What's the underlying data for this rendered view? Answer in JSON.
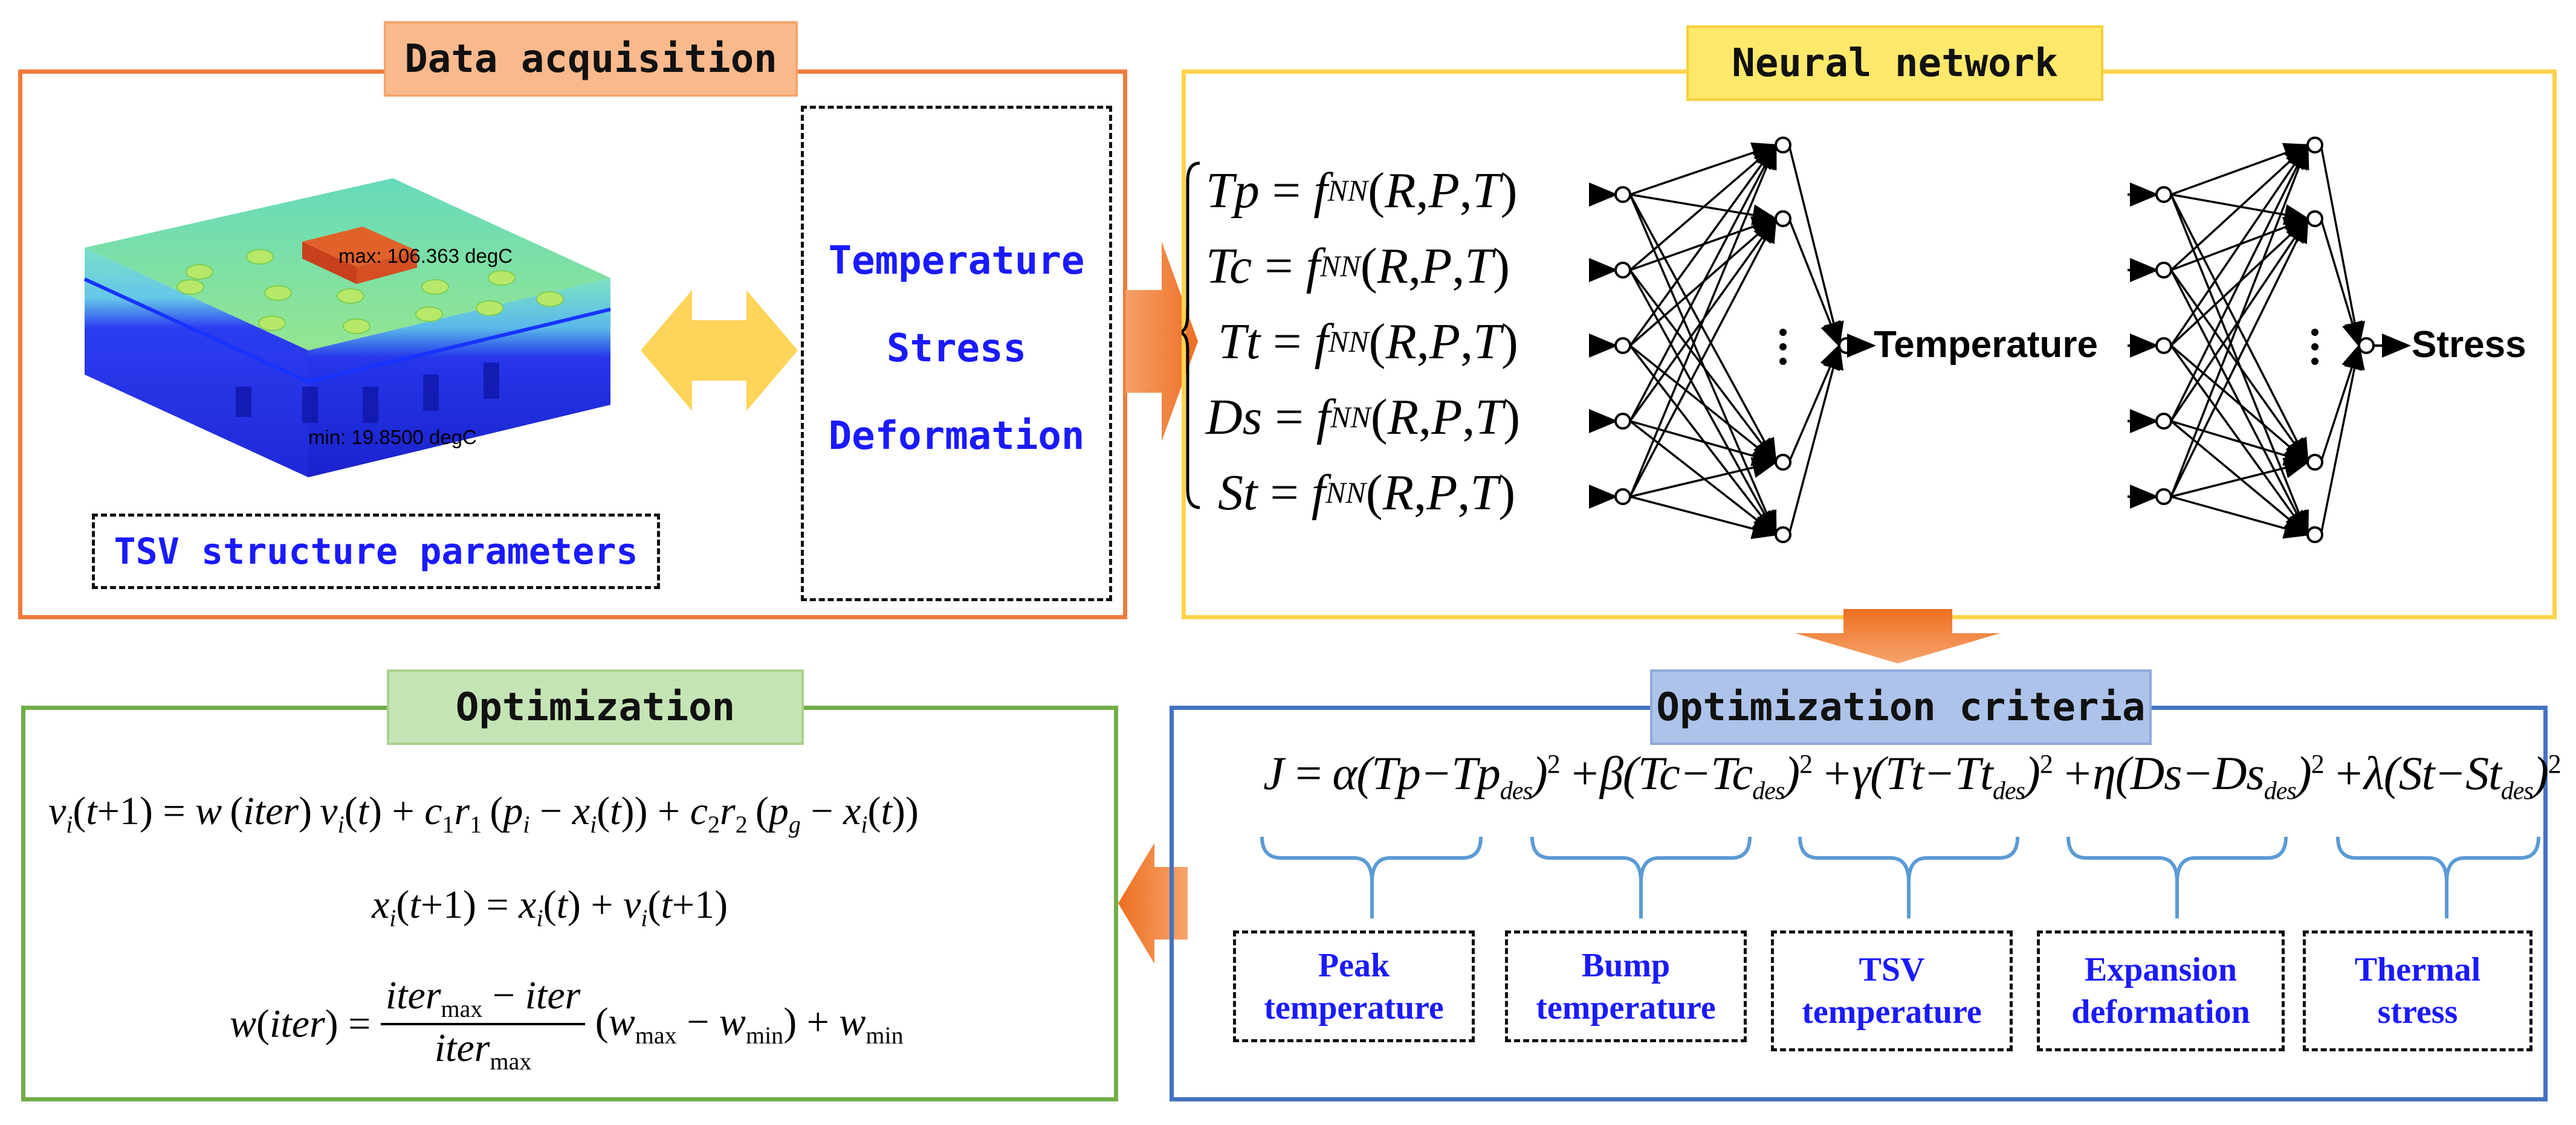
{
  "panels": {
    "data_acquisition": {
      "title": "Data acquisition",
      "max_label": "max: 106.363 degC",
      "min_label": "min: 19.8500 degC",
      "params_label": "TSV structure parameters",
      "outputs": [
        "Temperature",
        "Stress",
        "Deformation"
      ]
    },
    "neural_network": {
      "title": "Neural network",
      "equations": [
        {
          "lhs": "Tp"
        },
        {
          "lhs": "Tc"
        },
        {
          "lhs": "Tt"
        },
        {
          "lhs": "Ds"
        },
        {
          "lhs": "St"
        }
      ],
      "output_temperature": "Temperature",
      "output_stress": "Stress"
    },
    "optimization": {
      "title": "Optimization"
    },
    "criteria": {
      "title": "Optimization criteria",
      "labels": [
        [
          "Peak",
          "temperature"
        ],
        [
          "Bump",
          "temperature"
        ],
        [
          "TSV",
          "temperature"
        ],
        [
          "Expansion",
          "deformation"
        ],
        [
          "Thermal",
          "stress"
        ]
      ]
    }
  },
  "colors": {
    "orange": "#f07b3a",
    "yellow": "#ffd34d",
    "green": "#70ad47",
    "blue": "#4472c4",
    "brace": "#5b9bd5",
    "text_blue": "#1a1aff"
  }
}
